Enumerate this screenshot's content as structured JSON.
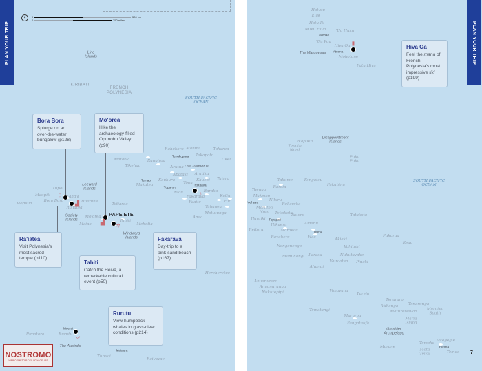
{
  "left_page": {
    "tab": "PLAN YOUR TRIP",
    "scale": {
      "zero_km": "0",
      "zero_miles": "0",
      "km": "500 km",
      "miles": "250 miles"
    },
    "countries": [
      "KIRIBATI",
      "FRENCH\nPOLYNESIA"
    ],
    "ocean": "SOUTH PACIFIC\nOCEAN",
    "groups": [
      "Line\nIslands",
      "Leeward\nIslands",
      "Society\nIslands",
      "Windward\nIslands",
      "The Tuamotus",
      "The Australs"
    ],
    "towns": [
      "Tenukupara",
      "Temao",
      "Tuparoro",
      "Rotoava",
      "Moerai",
      "Mataura"
    ],
    "capital": "PAPE'ETE",
    "islands": [
      "Rahokoro",
      "Manihi",
      "Takaroa",
      "Takapoto",
      "Tikei",
      "Mataiva",
      "Rangiroa",
      "Tikehau",
      "Arutua",
      "Apataki",
      "Aratika",
      "Kaukura",
      "Taiaro",
      "Kauehi",
      "Toau",
      "Makatea",
      "Niau",
      "Raraka",
      "Katiu",
      "Fakarava",
      "Hiti",
      "Faaite",
      "Tahanea",
      "Motutunga",
      "Anaa",
      "Tupai",
      "Maupiti",
      "Taha'a",
      "Bora Bora",
      "Huahine",
      "Mopelia",
      "Ra'iatea",
      "Tetiaroa",
      "Mo'orea",
      "Maiao",
      "Tahiti",
      "Mehetia",
      "Hereheretue",
      "Rimatara",
      "Rurutu",
      "Tubuai",
      "Raivavae"
    ],
    "callouts": {
      "bora_bora": {
        "title": "Bora Bora",
        "desc": "Splurge on an over-the-water bungalow (p128)"
      },
      "moorea": {
        "title": "Mo'orea",
        "desc": "Hike the archaeology-filled Opunohu Valley (p90)"
      },
      "raiatea": {
        "title": "Ra'iatea",
        "desc": "Visit Polynesia's most sacred temple (p110)"
      },
      "tahiti": {
        "title": "Tahiti",
        "desc": "Catch the Heiva, a remarkable cultural event (p50)"
      },
      "fakarava": {
        "title": "Fakarava",
        "desc": "Day-trip to a pink-sand beach (p167)"
      },
      "rurutu": {
        "title": "Rurutu",
        "desc": "View humpback whales in glass-clear conditions (p214)"
      }
    },
    "logo": {
      "name": "NOSTROMO",
      "tagline": "WEB COMPTOIR DES VOYAGEURS"
    }
  },
  "right_page": {
    "tab": "PLAN YOUR TRIP",
    "page_number": "7",
    "ocean": "SOUTH PACIFIC\nOCEAN",
    "groups": [
      "The Marquesas",
      "Disappointment\nIslands",
      "Gambier\nArchipelago"
    ],
    "towns": [
      "Taiohae",
      "Atuona",
      "Pouheva",
      "Tupapati",
      "Otepa",
      "Rikitea"
    ],
    "islands": [
      "Hatutu",
      "Eiao",
      "Hatu Iti",
      "Nuku Hiva",
      "'Ua Huka",
      "'Ua Pou",
      "Hiva Oa",
      "Mohotane",
      "Fatu Hiva",
      "Napuka",
      "Tepoto\nNord",
      "Puka\nPuka",
      "Takume",
      "Raroia",
      "Fangatau",
      "Fakahina",
      "Taenga",
      "Makemo",
      "Nihiru",
      "Marutea\nNord",
      "Rekareka",
      "Haraiki",
      "Tekokota",
      "Tauere",
      "Hikueru",
      "Reitoru",
      "Marokau",
      "Ravahere",
      "Amanu",
      "Hao",
      "Tatakoto",
      "Pukarua",
      "Reao",
      "Akiaki",
      "Vahitahi",
      "Nengonengo",
      "Manuhangi",
      "Paraoa",
      "Nukutavake",
      "Vairaatea",
      "Pinaki",
      "Ahunui",
      "Anuanuraro",
      "Anuanurunga",
      "Nukutepipi",
      "Vanavana",
      "Tureia",
      "Tematangi",
      "Mururoa",
      "Fangataufa",
      "Tenararo",
      "Vahanga",
      "Tenarunga",
      "Matureivavao",
      "Marutea\nSouth",
      "Maria\nIsland",
      "Totegegie",
      "Temoko",
      "Mota\nTeiku",
      "Temoe",
      "Morane"
    ],
    "callouts": {
      "hiva_oa": {
        "title": "Hiva Oa",
        "desc": [
          "Feel the ",
          "mana",
          " of French Polynesia's most impressive ",
          "tiki",
          " (p199)"
        ]
      }
    }
  },
  "colors": {
    "sea": "#c2ddf0",
    "tab": "#1f3f9a",
    "callout_title": "#2e3d8f",
    "callout_bg": "#dce9f4"
  }
}
